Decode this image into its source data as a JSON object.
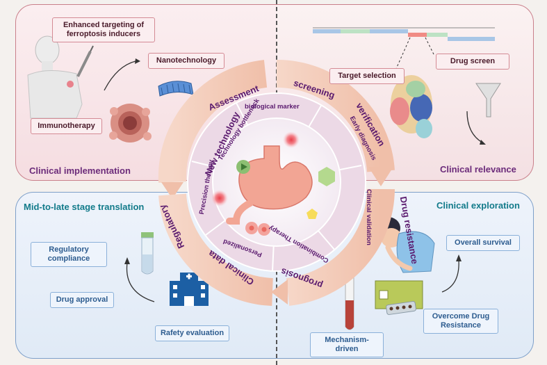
{
  "quadrants": {
    "top_left": {
      "title": "Clinical implementation",
      "tags": [
        "Enhanced targeting of ferroptosis inducers",
        "Nanotechnology",
        "Immunotherapy"
      ]
    },
    "top_right": {
      "title": "Clinical relevance",
      "tags": [
        "Target selection",
        "Drug screen"
      ]
    },
    "bottom_left": {
      "title": "Mid-to-late stage translation",
      "tags": [
        "Regulatory compliance",
        "Drug approval",
        "Rafety evaluation"
      ]
    },
    "bottom_right": {
      "title": "Clinical exploration",
      "tags": [
        "Overall survival",
        "Overcome Drug Resistance",
        "Mechanism-driven"
      ]
    }
  },
  "outer_ring": [
    "Assessment",
    "screening",
    "verification",
    "Drug resistance",
    "prognosis",
    "Clinical data",
    "Regulatory",
    "New technology"
  ],
  "inner_ring": [
    "biological marker",
    "Early diagnosis",
    "Clinical validation",
    "Combination Therapy",
    "Personalized",
    "Precision therapy",
    "Technology bottleneck"
  ],
  "colors": {
    "red_border": "#c97f8a",
    "blue_border": "#7d9fc9",
    "ring_purple": "#5a1a6e",
    "inner_ring": "#ecd9e6"
  }
}
